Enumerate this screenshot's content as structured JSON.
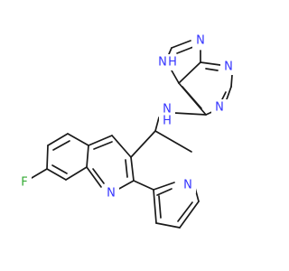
{
  "colors": {
    "N": "#3333ff",
    "F": "#33aa33",
    "bond": "#1a1a1a",
    "background": "#ffffff"
  },
  "atoms": {
    "n_purine_top": "N",
    "nh_imidazole": "H",
    "n_purine_r1": "N",
    "n_purine_r2": "N",
    "n_amine": "N",
    "h_amine": "H",
    "f_quinoline": "F",
    "n_quinoline": "N",
    "n_pyridine": "N"
  }
}
